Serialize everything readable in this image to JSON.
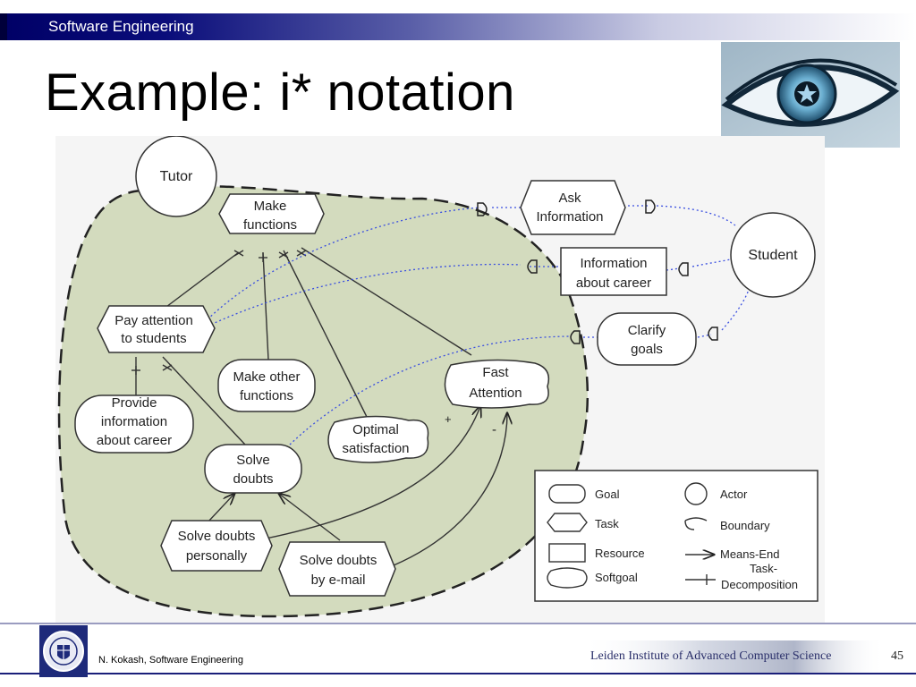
{
  "header": {
    "course": "Software Engineering",
    "title": "Example: i* notation"
  },
  "diagram": {
    "actors": [
      "Tutor",
      "Student"
    ],
    "tasks": [
      "Make functions",
      "Pay attention to students",
      "Ask Information",
      "Solve doubts personally",
      "Solve doubts by e-mail"
    ],
    "goals": [
      "Make other functions",
      "Provide information about career",
      "Solve doubts",
      "Clarify goals"
    ],
    "softgoals": [
      "Optimal satisfaction",
      "Fast Attention"
    ],
    "resources": [
      "Information about career"
    ],
    "contribution_labels": [
      "+",
      "-"
    ],
    "dependency_label": "D",
    "legend": {
      "goal": "Goal",
      "task": "Task",
      "resource": "Resource",
      "softgoal": "Softgoal",
      "actor": "Actor",
      "boundary": "Boundary",
      "means_end": "Means-End",
      "task_decomposition_1": "Task-",
      "task_decomposition_2": "Decomposition"
    }
  },
  "footer": {
    "author": "N. Kokash, Software Engineering",
    "institute": "Leiden Institute of Advanced Computer Science",
    "page": "45"
  }
}
